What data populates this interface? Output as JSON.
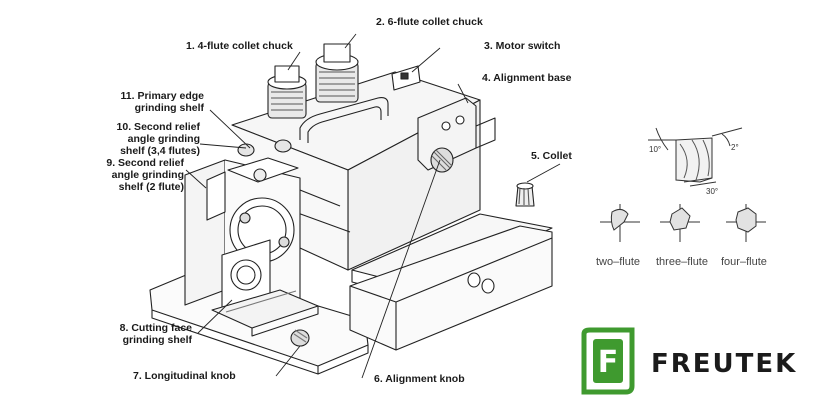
{
  "labels": {
    "l1": "1. 4-flute collet chuck",
    "l2": "2. 6-flute collet chuck",
    "l3": "3. Motor switch",
    "l4": "4. Alignment base",
    "l5": "5. Collet",
    "l6": "6. Alignment knob",
    "l7": "7. Longitudinal knob",
    "l8a": "8. Cutting face",
    "l8b": "grinding shelf",
    "l9a": "9. Second relief",
    "l9b": "angle grinding",
    "l9c": "shelf (2 flute)",
    "l10a": "10. Second relief",
    "l10b": "angle grinding",
    "l10c": "shelf (3,4 flutes)",
    "l11a": "11. Primary edge",
    "l11b": "grinding shelf"
  },
  "flutes": {
    "two": "two–flute",
    "three": "three–flute",
    "four": "four–flute"
  },
  "angles": {
    "a1": "10°",
    "a2": "2°",
    "a3": "30°"
  },
  "brand": {
    "name": "FREUTEK",
    "mark": "F",
    "color": "#3f9a2f"
  }
}
